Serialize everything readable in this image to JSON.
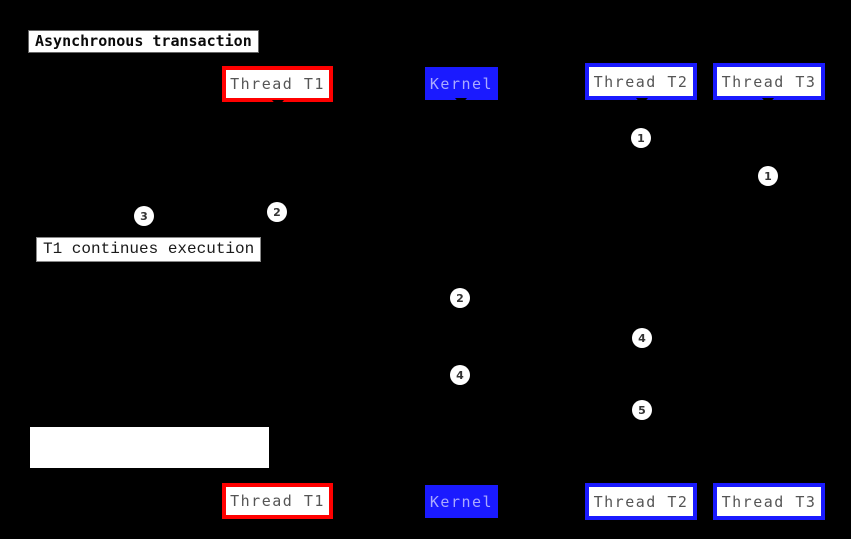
{
  "diagram": {
    "title": "Asynchronous transaction",
    "actors": [
      {
        "label": "Thread T1"
      },
      {
        "label": "Kernel"
      },
      {
        "label": "Thread T2"
      },
      {
        "label": "Thread T3"
      }
    ],
    "notes": {
      "t1_continues": "T1 continues execution",
      "blank": ""
    },
    "step_markers": [
      {
        "n": "1"
      },
      {
        "n": "1"
      },
      {
        "n": "2"
      },
      {
        "n": "3"
      },
      {
        "n": "2"
      },
      {
        "n": "4"
      },
      {
        "n": "4"
      },
      {
        "n": "5"
      }
    ],
    "colors": {
      "background": "#000000",
      "t1_border_red": "#ff0000",
      "kernel_blue": "#1a1aff",
      "kernel_text": "#aaaaff",
      "actor_text": "#555555",
      "box_fill": "#ffffff"
    }
  }
}
